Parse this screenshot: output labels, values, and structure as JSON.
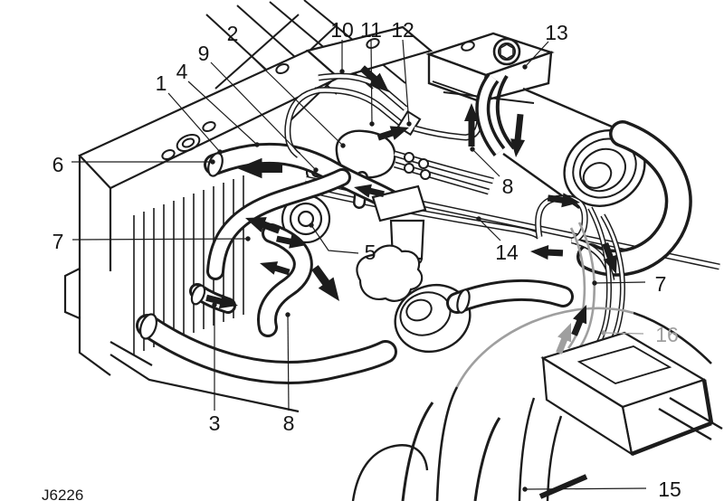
{
  "figure": {
    "code": "J6226"
  },
  "colors": {
    "line": "#1c1c1c",
    "muted": "#9f9f9f",
    "background": "#ffffff"
  },
  "callouts": [
    {
      "id": "1",
      "label": "1"
    },
    {
      "id": "2",
      "label": "2"
    },
    {
      "id": "3",
      "label": "3"
    },
    {
      "id": "4",
      "label": "4"
    },
    {
      "id": "5",
      "label": "5"
    },
    {
      "id": "6",
      "label": "6"
    },
    {
      "id": "7-left",
      "label": "7"
    },
    {
      "id": "7-right",
      "label": "7"
    },
    {
      "id": "8-lower",
      "label": "8"
    },
    {
      "id": "8-upper",
      "label": "8"
    },
    {
      "id": "9",
      "label": "9"
    },
    {
      "id": "10",
      "label": "10"
    },
    {
      "id": "11",
      "label": "11"
    },
    {
      "id": "12",
      "label": "12"
    },
    {
      "id": "13",
      "label": "13"
    },
    {
      "id": "14",
      "label": "14"
    },
    {
      "id": "15",
      "label": "15"
    },
    {
      "id": "16",
      "label": "16"
    }
  ]
}
